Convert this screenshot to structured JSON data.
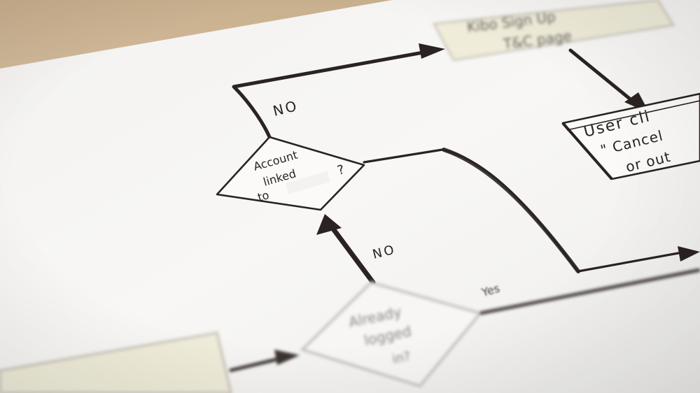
{
  "flowchart": {
    "decision_account": {
      "line1": "Account",
      "line2": "linked",
      "line3": "to",
      "question_mark": "?"
    },
    "decision_logged": {
      "line1": "Already",
      "line2": "logged",
      "line3": "in?"
    },
    "process_top": {
      "line1": "Kibo Sign Up",
      "line2": "T&C page"
    },
    "process_right": {
      "line1": "User cli",
      "line2": "\" Cancel",
      "line3": "or out"
    },
    "edge_labels": {
      "no_top": "NO",
      "no_middle": "NO",
      "yes_right": "Yes"
    }
  },
  "colors": {
    "paper": "#f7f6f4",
    "ink": "#2a2321",
    "ink_soft": "#3b3330",
    "sticky": "#f1eedf",
    "wood": "#cdb08a"
  }
}
